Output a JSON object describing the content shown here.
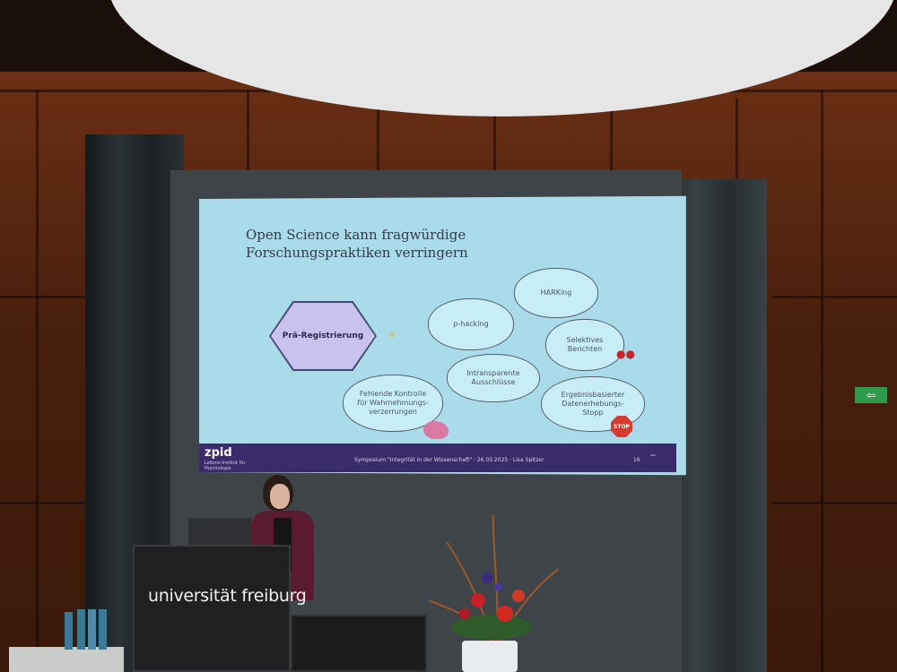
{
  "slide": {
    "title_line1": "Open Science kann fragwürdige",
    "title_line2": "Forschungspraktiken verringern",
    "hexagon_label": "Prä-Registrierung",
    "clouds": {
      "p_hacking": "p-hacking",
      "harking": "HARKing",
      "selektives": "Selektives Berichten",
      "intransparente": "Intransparente Ausschlüsse",
      "fehlende": "Fehlende Kontrolle für Wahrnehmungs-verzerrungen",
      "ergebnis": "Ergebnisbasierter Datenerhebungs-Stopp"
    },
    "stop_sign": "STOP",
    "footer": {
      "logo": "zpid",
      "logo_sub": "Leibniz-Institut für Psychologie",
      "text": "Symposium \"Integrität in der Wissenschaft\" · 26.03.2025 · Lisa Spitzer",
      "page": "16"
    }
  },
  "podium": {
    "label": "universität freiburg"
  },
  "colors": {
    "slide_bg": "#a9dbe9",
    "footer_bg": "#3a2c6b",
    "hexagon": "#c9c1ee",
    "wood": "#6b2f14"
  },
  "icons": [
    "lightning-icon",
    "brain-icon",
    "cherry-icon",
    "stop-sign-icon",
    "exit-sign-icon"
  ]
}
